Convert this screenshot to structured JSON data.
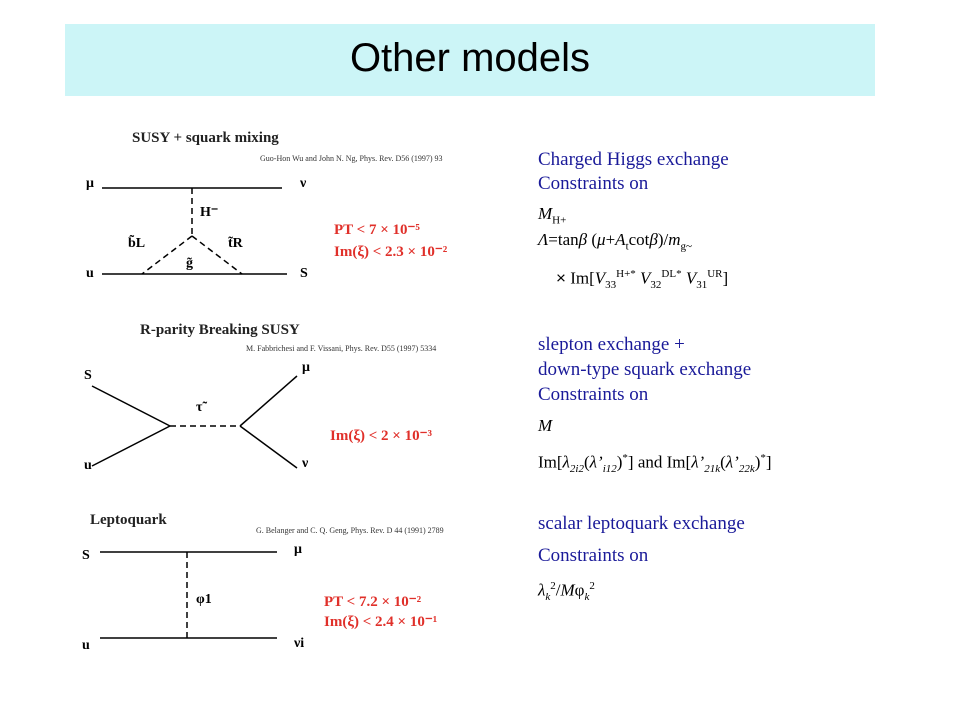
{
  "slide": {
    "title": "Other models"
  },
  "diagrams": [
    {
      "title": "SUSY + squark mixing",
      "reference": "Guo-Hon Wu and John N. Ng, Phys. Rev. D56 (1997) 93",
      "particles": {
        "top_left": "μ",
        "top_right": "ν",
        "mediator": "H⁻",
        "left_arm": "b̃L",
        "right_arm": "t̃R",
        "gluino": "g̃",
        "bottom_left": "u",
        "bottom_right": "S"
      },
      "constraints": [
        "PT < 7 × 10⁻⁵",
        "Im(ξ) < 2.3 × 10⁻²"
      ]
    },
    {
      "title": "R-parity Breaking SUSY",
      "reference": "M. Fabbrichesi and F. Vissani, Phys. Rev. D55 (1997) 5334",
      "particles": {
        "top_left": "S",
        "bottom_left": "u",
        "top_right": "μ",
        "bottom_right": "ν",
        "mediator": "τ̃"
      },
      "constraints": [
        "Im(ξ) < 2 × 10⁻³"
      ]
    },
    {
      "title": "Leptoquark",
      "reference": "G. Belanger and C. Q. Geng, Phys. Rev. D 44 (1991) 2789",
      "particles": {
        "top_left": "S",
        "top_right": "μ",
        "mediator": "φ1",
        "bottom_left": "u",
        "bottom_right": "νi"
      },
      "constraints": [
        "PT < 7.2 × 10⁻²",
        "Im(ξ) < 2.4 × 10⁻¹"
      ]
    }
  ],
  "notes": {
    "block1": {
      "line1": "Charged Higgs exchange",
      "line2": "Constraints on",
      "mass_M": "M",
      "mass_sub": "H+",
      "lambda": "Λ",
      "eq_tan": "=tan",
      "beta1": "β",
      "paren_open": " (",
      "mu": "μ",
      "plus": "+",
      "A": "A",
      "A_sub": "t",
      "cot": "cot",
      "beta2": "β",
      "slash": ")/",
      "m": "m",
      "m_sub": "g~",
      "times": "×",
      "im_open": " Im[",
      "V1": "V",
      "V1_sub": "33",
      "V1_sup": "H+*",
      "V2": " V",
      "V2_sub": "32",
      "V2_sup": "DL*",
      "V3": " V",
      "V3_sub": "31",
      "V3_sup": "UR",
      "im_close": "]"
    },
    "block2": {
      "line1": "slepton exchange +",
      "line2": "down-type squark exchange",
      "line3": "Constraints on",
      "mass_M": "M",
      "im1": "Im[",
      "lam1": "λ",
      "lam1_sub": "2i2",
      "open1": "(",
      "lam2": "λ’",
      "lam2_sub": "i12",
      "close1": ")",
      "star1": "*",
      "mid": "] and Im[",
      "lam3": "λ’",
      "lam3_sub": "21k",
      "open2": "(",
      "lam4": "λ’",
      "lam4_sub": "22k",
      "close2": ")",
      "star2": "*",
      "end": "]"
    },
    "block3": {
      "line1": "scalar leptoquark exchange",
      "line2": "Constraints on",
      "lam": "λ",
      "lam_sub": "k",
      "lam_sup": "2",
      "slash": "/",
      "M": "M",
      "phi": "φ",
      "phi_sub": "k",
      "phi_sup": "2"
    }
  },
  "colors": {
    "title_bar": "#ccf5f7",
    "accent_blue": "#1a1a99",
    "constraint_red": "#e0302a"
  }
}
